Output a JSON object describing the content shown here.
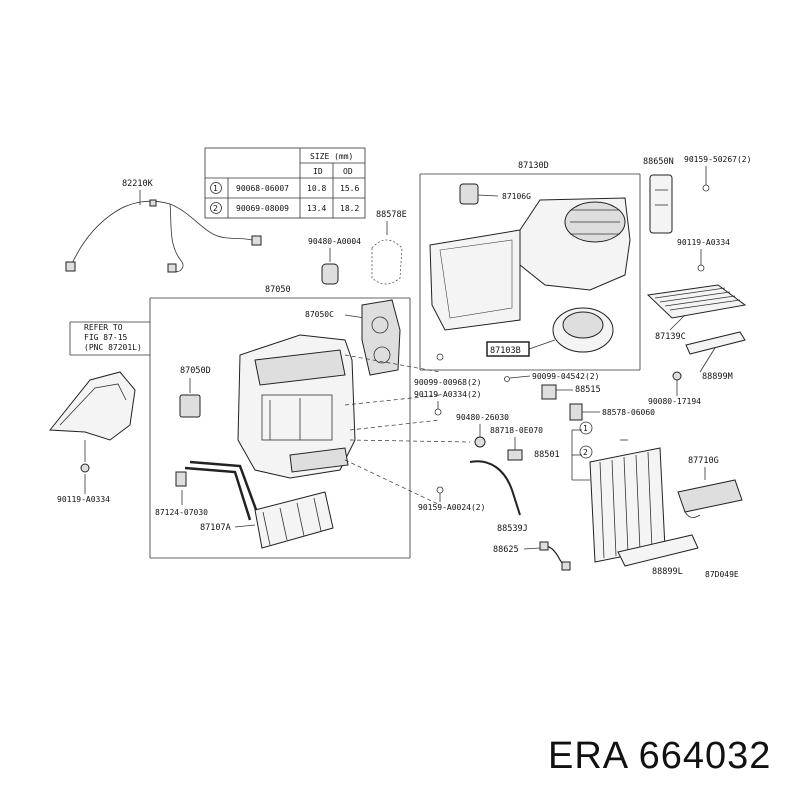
{
  "table": {
    "header_size": "SIZE (mm)",
    "col_id": "ID",
    "col_od": "OD",
    "rows": [
      {
        "mark": "1",
        "part": "90068-06007",
        "id": "10.8",
        "od": "15.6"
      },
      {
        "mark": "2",
        "part": "90069-08009",
        "id": "13.4",
        "od": "18.2"
      }
    ]
  },
  "labels": {
    "p82210k": "82210K",
    "p90480_a0004": "90480-A0004",
    "p88578e": "88578E",
    "p87130d": "87130D",
    "p87106g": "87106G",
    "p88650n": "88650N",
    "p90159_50267": "90159-50267(2)",
    "p90119_a0334_a": "90119-A0334",
    "p87050": "87050",
    "p87050c": "87050C",
    "p87050d": "87050D",
    "p87139c": "87139C",
    "p87103b": "87103B",
    "p90099_00968": "90099-00968(2)",
    "p90119_a0334_b": "90119-A0334(2)",
    "p90099_04542": "90099-04542(2)",
    "p88515": "88515",
    "p88899m": "88899M",
    "p90080_17194": "90080-17194",
    "p90480_26030": "90480-26030",
    "p88578_06060": "88578-06060",
    "p88718_0e070": "88718-0E070",
    "p88501": "88501",
    "p87710g": "87710G",
    "p87124_07030": "87124-07030",
    "p87107a": "87107A",
    "p90159_a0024": "90159-A0024(2)",
    "p88539j": "88539J",
    "p88625": "88625",
    "p88899l": "88899L",
    "p90119_a0334_c": "90119-A0334",
    "ref_line1": "REFER TO",
    "ref_line2": "FIG 87-15",
    "ref_line3": "(PNC 87201L)",
    "diagram_code": "87D049E"
  },
  "footer": "ERA 664032"
}
